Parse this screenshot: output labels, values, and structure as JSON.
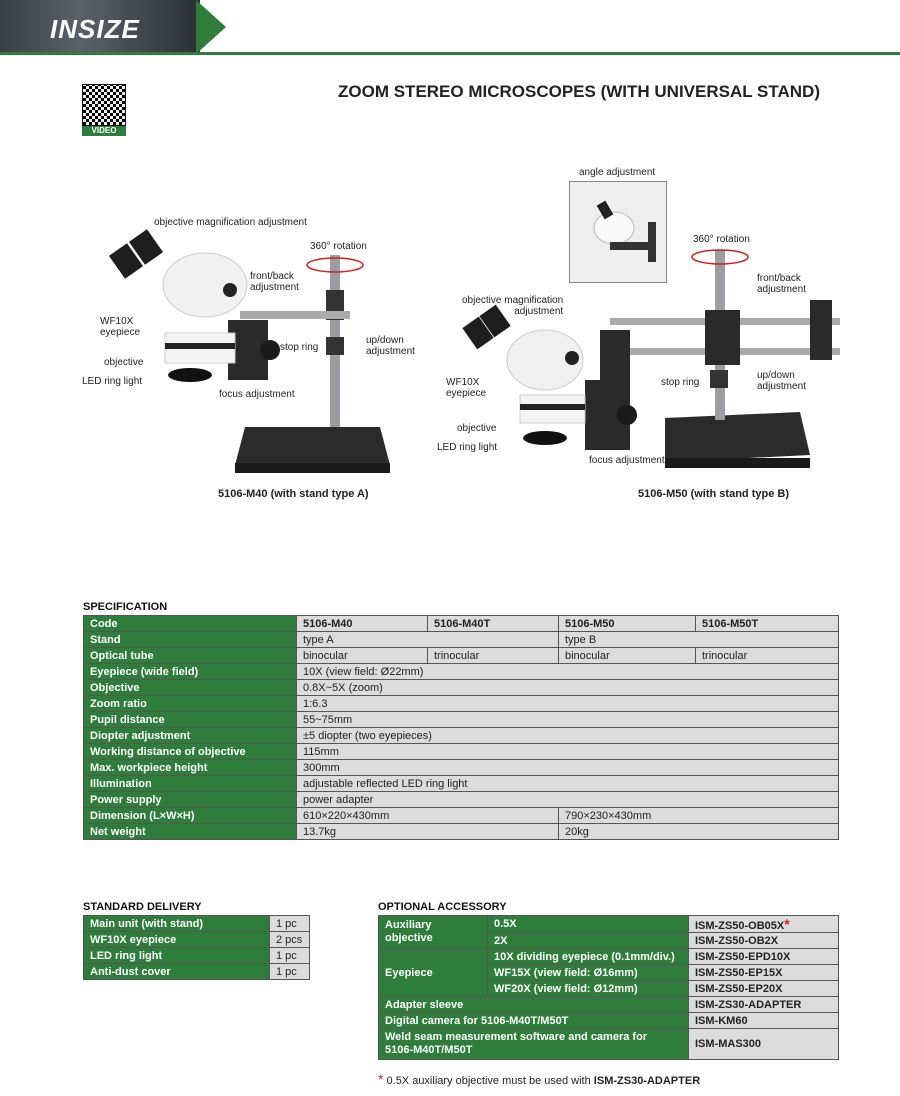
{
  "header": {
    "logo": "INSIZE",
    "qr_label": "VIDEO"
  },
  "page_title": "ZOOM STEREO MICROSCOPES (WITH UNIVERSAL STAND)",
  "figure_a": {
    "caption": "5106-M40 (with stand type A)",
    "callouts": {
      "obj_mag": "objective magnification adjustment",
      "rotation": "360° rotation",
      "front_back": "front/back\nadjustment",
      "eyepiece": "WF10X\neyepiece",
      "stop_ring": "stop ring",
      "up_down": "up/down\nadjustment",
      "objective": "objective",
      "led": "LED ring light",
      "focus": "focus adjustment"
    }
  },
  "figure_b": {
    "caption": "5106-M50 (with stand type B)",
    "callouts": {
      "angle": "angle adjustment",
      "rotation": "360° rotation",
      "front_back": "front/back\nadjustment",
      "obj_mag": "objective magnification\nadjustment",
      "eyepiece": "WF10X\neyepiece",
      "stop_ring": "stop ring",
      "up_down": "up/down\nadjustment",
      "objective": "objective",
      "led": "LED ring light",
      "focus": "focus adjustment"
    }
  },
  "specification": {
    "title": "SPECIFICATION",
    "code_label": "Code",
    "codes": [
      "5106-M40",
      "5106-M40T",
      "5106-M50",
      "5106-M50T"
    ],
    "stand": {
      "label": "Stand",
      "a": "type A",
      "b": "type B"
    },
    "optical_tube": {
      "label": "Optical tube",
      "values": [
        "binocular",
        "trinocular",
        "binocular",
        "trinocular"
      ]
    },
    "rows": [
      {
        "label": "Eyepiece (wide field)",
        "value": "10X (view field: Ø22mm)"
      },
      {
        "label": "Objective",
        "value": "0.8X~5X (zoom)"
      },
      {
        "label": "Zoom ratio",
        "value": "1:6.3"
      },
      {
        "label": "Pupil distance",
        "value": "55~75mm"
      },
      {
        "label": "Diopter adjustment",
        "value": "±5 diopter (two eyepieces)"
      },
      {
        "label": "Working distance of objective",
        "value": "115mm"
      },
      {
        "label": "Max. workpiece height",
        "value": "300mm"
      },
      {
        "label": "Illumination",
        "value": "adjustable reflected LED ring light"
      },
      {
        "label": "Power supply",
        "value": "power adapter"
      }
    ],
    "dimension": {
      "label": "Dimension (L×W×H)",
      "a": "610×220×430mm",
      "b": "790×230×430mm"
    },
    "weight": {
      "label": "Net weight",
      "a": "13.7kg",
      "b": "20kg"
    }
  },
  "standard_delivery": {
    "title": "STANDARD DELIVERY",
    "rows": [
      {
        "item": "Main unit (with stand)",
        "qty": "1 pc"
      },
      {
        "item": "WF10X eyepiece",
        "qty": "2 pcs"
      },
      {
        "item": "LED ring light",
        "qty": "1 pc"
      },
      {
        "item": "Anti-dust cover",
        "qty": "1 pc"
      }
    ]
  },
  "optional_accessory": {
    "title": "OPTIONAL ACCESSORY",
    "aux_label": "Auxiliary\nobjective",
    "aux": [
      {
        "item": "0.5X",
        "code": "ISM-ZS50-OB05X"
      },
      {
        "item": "2X",
        "code": "ISM-ZS50-OB2X"
      }
    ],
    "eyepiece_label": "Eyepiece",
    "eyepieces": [
      {
        "item": "10X dividing eyepiece (0.1mm/div.)",
        "code": "ISM-ZS50-EPD10X"
      },
      {
        "item": "WF15X (view field: Ø16mm)",
        "code": "ISM-ZS50-EP15X"
      },
      {
        "item": "WF20X (view field: Ø12mm)",
        "code": "ISM-ZS50-EP20X"
      }
    ],
    "others": [
      {
        "item": "Adapter sleeve",
        "code": "ISM-ZS30-ADAPTER"
      },
      {
        "item": "Digital camera for 5106-M40T/M50T",
        "code": "ISM-KM60"
      },
      {
        "item": "Weld seam measurement software and camera for\n5106-M40T/M50T",
        "code": "ISM-MAS300"
      }
    ],
    "asterisk": "*",
    "note_prefix": "0.5X auxiliary objective must be used with ",
    "note_code": "ISM-ZS30-ADAPTER"
  },
  "colors": {
    "brand_green": "#2e7d3a",
    "cell_grey": "#dcdcdc",
    "asterisk_red": "#d21f1f"
  }
}
